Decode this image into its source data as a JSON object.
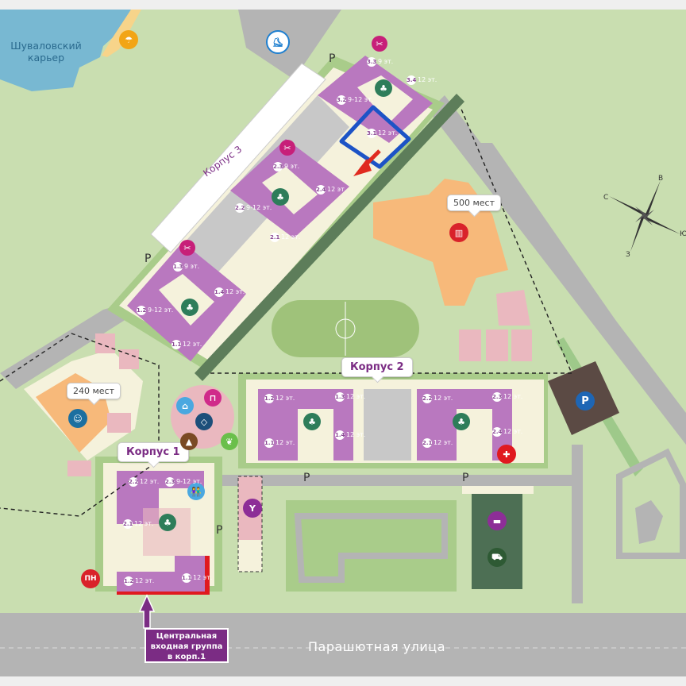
{
  "map": {
    "lake_label": "Шуваловский карьер",
    "street_label": "Парашютная улица",
    "colors": {
      "grass": "#c9deb0",
      "grass_dark": "#a9cc8a",
      "water": "#78b8d2",
      "road": "#b4b4b4",
      "building": "#b978bf",
      "building_dark": "#9b4fa3",
      "school": "#f7b97a",
      "pink_area": "#eab8bf",
      "path": "#f5f2dc",
      "accent_purple": "#7b2c84",
      "highlight_blue": "#1c53c6",
      "arrow_red": "#e02a1f",
      "entrance_red": "#e0191f"
    },
    "callouts": {
      "school": "500 мест",
      "kindergarten": "240 мест",
      "korpus1": "Корпус 1",
      "korpus2": "Корпус 2",
      "korpus3": "Корпус 3"
    },
    "entrance_note": {
      "line1": "Центральная",
      "line2": "входная группа",
      "line3": "в корп.1"
    },
    "compass": {
      "n": "С",
      "e": "В",
      "s": "Ю",
      "w": "З"
    },
    "parking_label": "P",
    "icons": {
      "beach": "beach-umbrella-icon",
      "skating": "ice-skate-icon",
      "school": "book-icon",
      "kindergarten": "child-icon",
      "medical": "first-aid-icon",
      "parking": "parking-icon",
      "gym": "dumbbell-icon",
      "shop": "cart-icon",
      "sport": "workout-icon",
      "pharmacy": "pharmacy-icon"
    },
    "korpus3_sections": [
      {
        "num": "3.3",
        "floors": "9 эт."
      },
      {
        "num": "3.4",
        "floors": "12 эт."
      },
      {
        "num": "3.2",
        "floors": "9-12 эт."
      },
      {
        "num": "3.1",
        "floors": "12 эт."
      },
      {
        "num": "2.3",
        "floors": "9 эт."
      },
      {
        "num": "2.4",
        "floors": "12 эт."
      },
      {
        "num": "2.2",
        "floors": "9-12 эт."
      },
      {
        "num": "2.1",
        "floors": "12 эт."
      },
      {
        "num": "1.3",
        "floors": "9 эт."
      },
      {
        "num": "1.4",
        "floors": "12 эт."
      },
      {
        "num": "1.2",
        "floors": "9-12 эт."
      },
      {
        "num": "1.1",
        "floors": "12 эт."
      }
    ],
    "korpus2_sections": [
      {
        "num": "1.2",
        "floors": "12 эт."
      },
      {
        "num": "1.3",
        "floors": "12 эт."
      },
      {
        "num": "1.1",
        "floors": "12 эт."
      },
      {
        "num": "1.4",
        "floors": "12 эт."
      },
      {
        "num": "2.2",
        "floors": "12 эт."
      },
      {
        "num": "2.3",
        "floors": "12 эт."
      },
      {
        "num": "2.1",
        "floors": "12 эт."
      },
      {
        "num": "2.4",
        "floors": "12 эт."
      }
    ],
    "korpus1_sections": [
      {
        "num": "2.2",
        "floors": "12 эт."
      },
      {
        "num": "2.3",
        "floors": "9-12 эт."
      },
      {
        "num": "2.1",
        "floors": "12 эт."
      },
      {
        "num": "1.2",
        "floors": "12 эт."
      },
      {
        "num": "1.1",
        "floors": "12 эт."
      }
    ],
    "pharmacy_label": "ПН"
  }
}
